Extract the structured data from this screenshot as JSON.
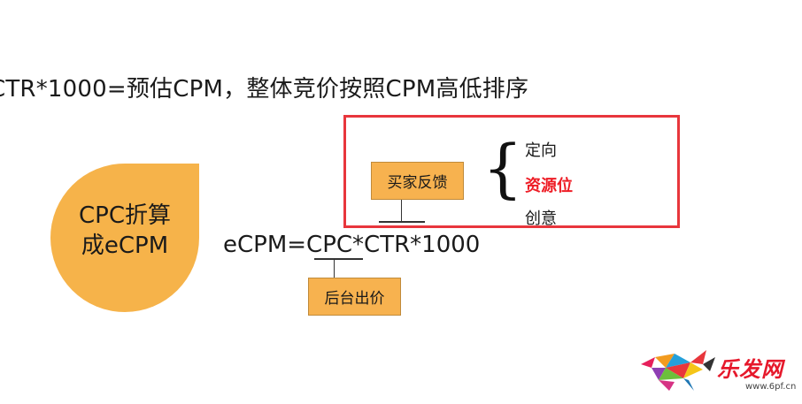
{
  "headline": "CTR*1000=预估CPM，整体竞价按照CPM高低排序",
  "drop": {
    "line1": "CPC折算",
    "line2": "成eCPM"
  },
  "formula": {
    "prefix": "eCPM=",
    "cpc": "CPC",
    "suffix": "*CTR*1000"
  },
  "tags": {
    "backend_bid": "后台出价",
    "buyer_feedback": "买家反馈"
  },
  "options": [
    "定向",
    "资源位",
    "创意"
  ],
  "watermark": {
    "logo_text": "乐发网",
    "url": "www.6pf.cn"
  },
  "colors": {
    "accent_orange": "#f6b34a",
    "highlight_red": "#ee1c25",
    "box_red": "#e8363c"
  }
}
